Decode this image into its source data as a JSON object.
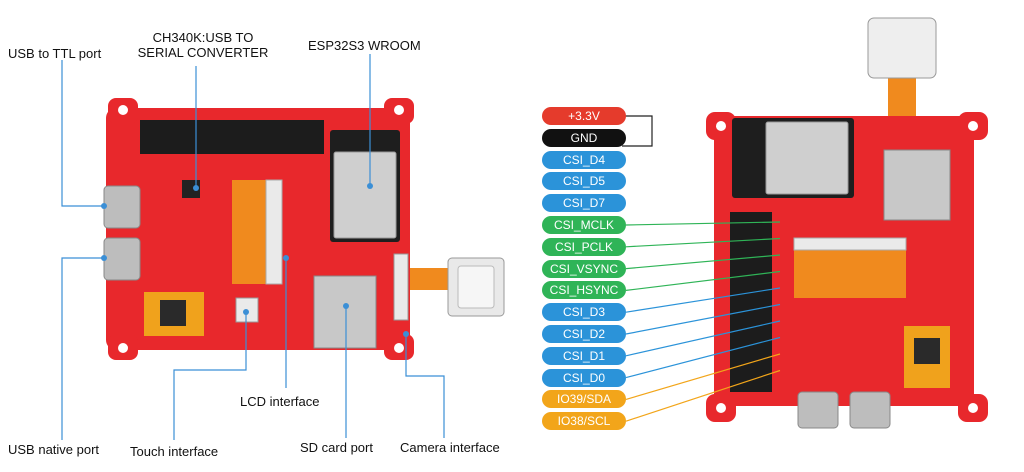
{
  "callouts": {
    "usb_ttl": "USB to TTL port",
    "ch340k": "CH340K:USB TO SERIAL CONVERTER",
    "esp32s3": "ESP32S3 WROOM",
    "lcd": "LCD interface",
    "usb_native": "USB native port",
    "touch": "Touch interface",
    "sdcard": "SD card port",
    "camera": "Camera interface"
  },
  "pins": [
    {
      "label": "+3.3V",
      "color": "#e53b2c"
    },
    {
      "label": "GND",
      "color": "#111111"
    },
    {
      "label": "CSI_D4",
      "color": "#2b93d9"
    },
    {
      "label": "CSI_D5",
      "color": "#2b93d9"
    },
    {
      "label": "CSI_D7",
      "color": "#2b93d9"
    },
    {
      "label": "CSI_MCLK",
      "color": "#2fb457"
    },
    {
      "label": "CSI_PCLK",
      "color": "#2fb457"
    },
    {
      "label": "CSI_VSYNC",
      "color": "#2fb457"
    },
    {
      "label": "CSI_HSYNC",
      "color": "#2fb457"
    },
    {
      "label": "CSI_D3",
      "color": "#2b93d9"
    },
    {
      "label": "CSI_D2",
      "color": "#2b93d9"
    },
    {
      "label": "CSI_D1",
      "color": "#2b93d9"
    },
    {
      "label": "CSI_D0",
      "color": "#2b93d9"
    },
    {
      "label": "IO39/SDA",
      "color": "#f2a51a"
    },
    {
      "label": "IO38/SCL",
      "color": "#f2a51a"
    }
  ],
  "colors": {
    "board_red": "#e8282c",
    "leader_line": "#3b8fd6",
    "module_silver": "#cfcfcf"
  }
}
